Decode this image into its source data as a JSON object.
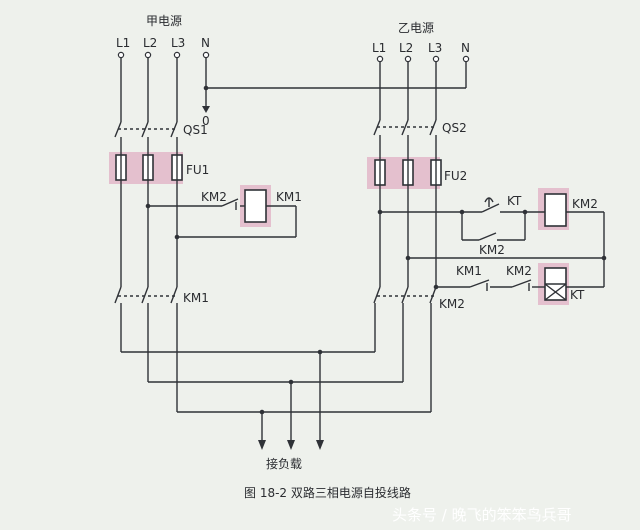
{
  "source_a": {
    "title": "甲电源",
    "phases": [
      "L1",
      "L2",
      "L3",
      "N"
    ],
    "neutral_mark": "0",
    "switch": "QS1",
    "fuse": "FU1",
    "coil": "KM1",
    "interlock_contact": "KM2",
    "main_contact": "KM1"
  },
  "source_b": {
    "title": "乙电源",
    "phases": [
      "L1",
      "L2",
      "L3",
      "N"
    ],
    "switch": "QS2",
    "fuse": "FU2",
    "coil": "KM2",
    "timer_contact": "KT",
    "hold_contact": "KM2",
    "series_contacts": [
      "KM1",
      "KM2"
    ],
    "timer_coil": "KT",
    "main_contact": "KM2"
  },
  "load_label": "接负载",
  "caption": "图 18-2    双路三相电源自投线路",
  "watermark": "头条号 / 晚飞的笨笨鸟兵哥",
  "colors": {
    "highlight": "#e2b7c9",
    "paper": "#eef1ec",
    "ink": "#2f3237"
  }
}
